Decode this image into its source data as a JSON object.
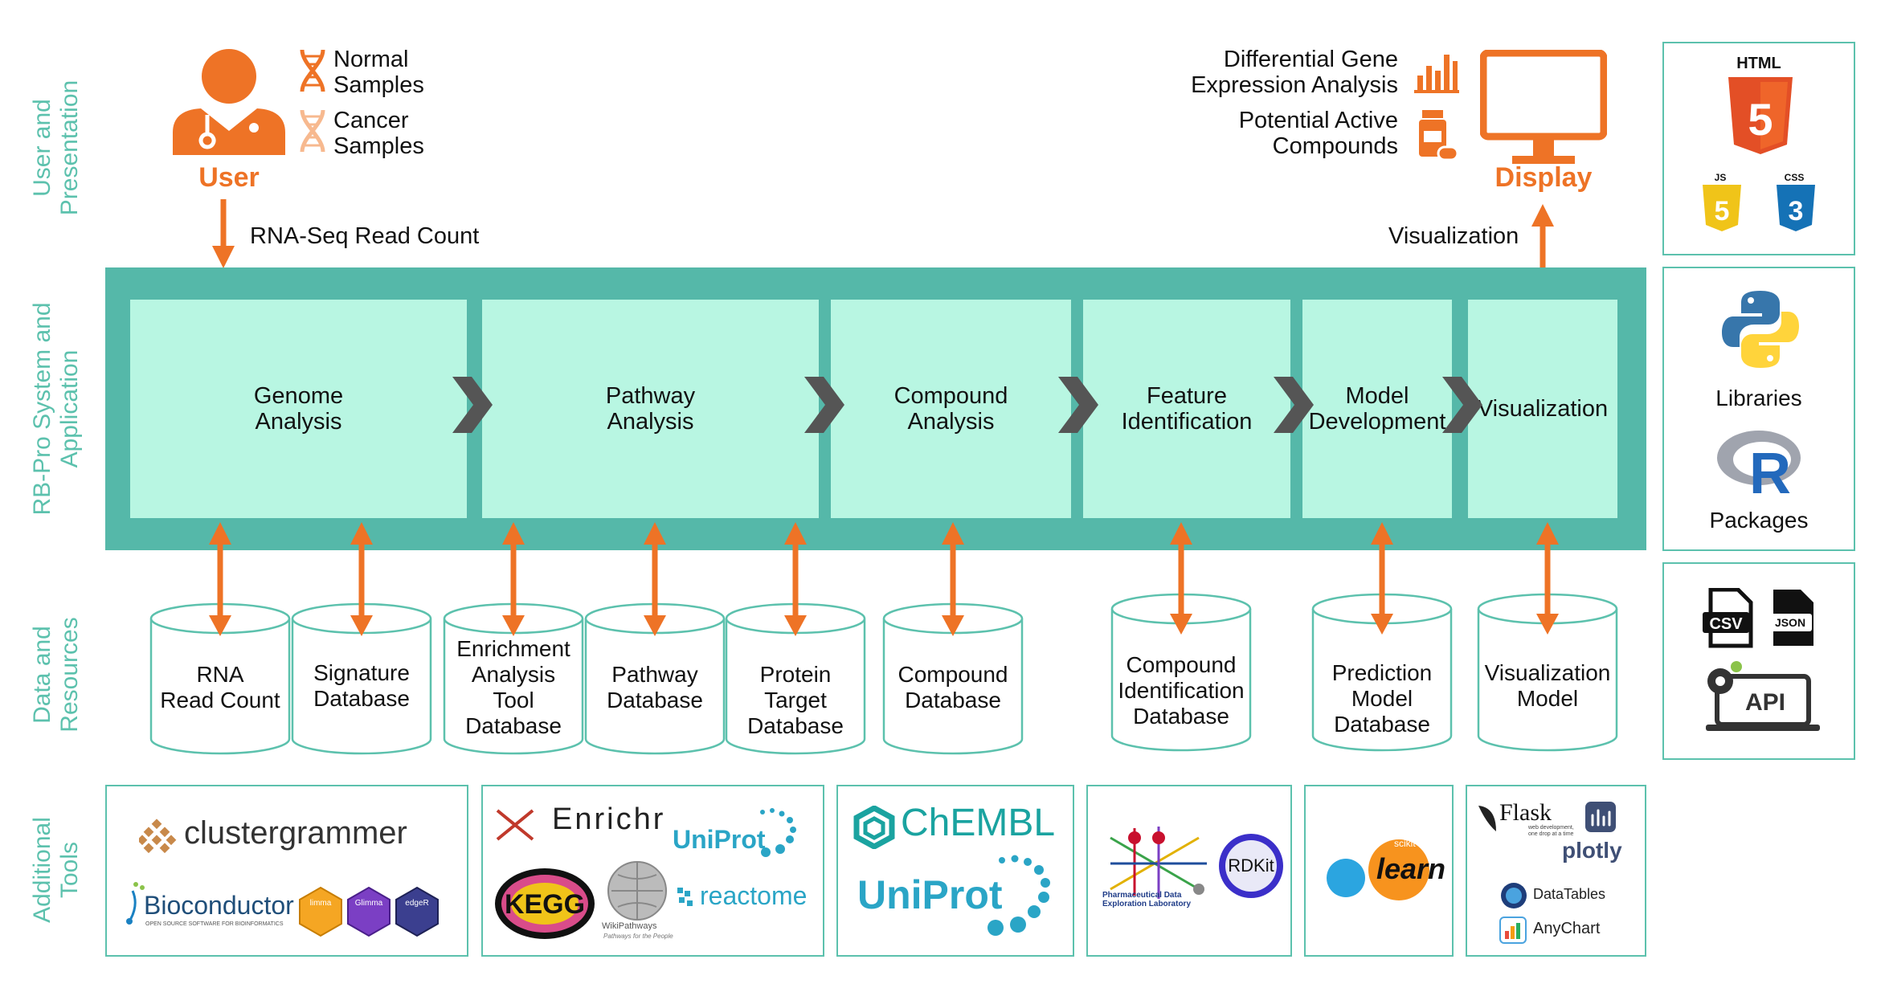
{
  "colors": {
    "teal": "#55b8a9",
    "mint": "#b8f6e2",
    "orange": "#ee7326",
    "label_teal": "#5cc1ad"
  },
  "row_labels": {
    "user": "User and\nPresentation",
    "system": "RB-Pro System and\nApplication",
    "data": "Data and\nResources",
    "tools": "Additional\nTools"
  },
  "top": {
    "user_label": "User",
    "normal_samples": "Normal\nSamples",
    "cancer_samples": "Cancer\nSamples",
    "input_label": "RNA-Seq Read Count",
    "deg_label": "Differential Gene\nExpression Analysis",
    "compounds_label": "Potential Active\nCompounds",
    "display_label": "Display",
    "visualization_label": "Visualization"
  },
  "steps": [
    {
      "label": "Genome\nAnalysis"
    },
    {
      "label": "Pathway\nAnalysis"
    },
    {
      "label": "Compound\nAnalysis"
    },
    {
      "label": "Feature\nIdentification"
    },
    {
      "label": "Model\nDevelopment"
    },
    {
      "label": "Visualization"
    }
  ],
  "databases": [
    {
      "label": "RNA\nRead Count"
    },
    {
      "label": "Signature\nDatabase"
    },
    {
      "label": "Enrichment\nAnalysis\nTool\nDatabase"
    },
    {
      "label": "Pathway\nDatabase"
    },
    {
      "label": "Protein\nTarget\nDatabase"
    },
    {
      "label": "Compound\nDatabase"
    },
    {
      "label": "Compound\nIdentification\nDatabase"
    },
    {
      "label": "Prediction\nModel\nDatabase"
    },
    {
      "label": "Visualization\nModel"
    }
  ],
  "tools": {
    "clustergrammer": "clustergrammer",
    "bioconductor": "Bioconductor",
    "bioconductor_sub": "OPEN SOURCE SOFTWARE FOR BIOINFORMATICS",
    "limma": "limma",
    "glimma": "Glimma",
    "edger": "edgeR",
    "enrichr": "Enrichr",
    "uniprot": "UniProt",
    "kegg": "KEGG",
    "wikipathways": "WikiPathways",
    "wikipathways_sub": "Pathways for the People",
    "reactome": "reactome",
    "chembl": "ChEMBL",
    "pdel": "Pharmaceutical Data\nExploration Laboratory",
    "rdkit": "RDKit",
    "sklearn_small": "scikit",
    "sklearn": "learn",
    "flask": "Flask",
    "flask_sub": "web development,\none drop at a time",
    "plotly": "plotly",
    "datatables": "DataTables",
    "anychart": "AnyChart"
  },
  "side": {
    "html": "HTML",
    "html_num": "5",
    "js": "JS",
    "js_num": "5",
    "css": "CSS",
    "css_num": "3",
    "libraries": "Libraries",
    "r": "R",
    "packages": "Packages",
    "csv": "CSV",
    "json": "JSON",
    "api": "API"
  }
}
